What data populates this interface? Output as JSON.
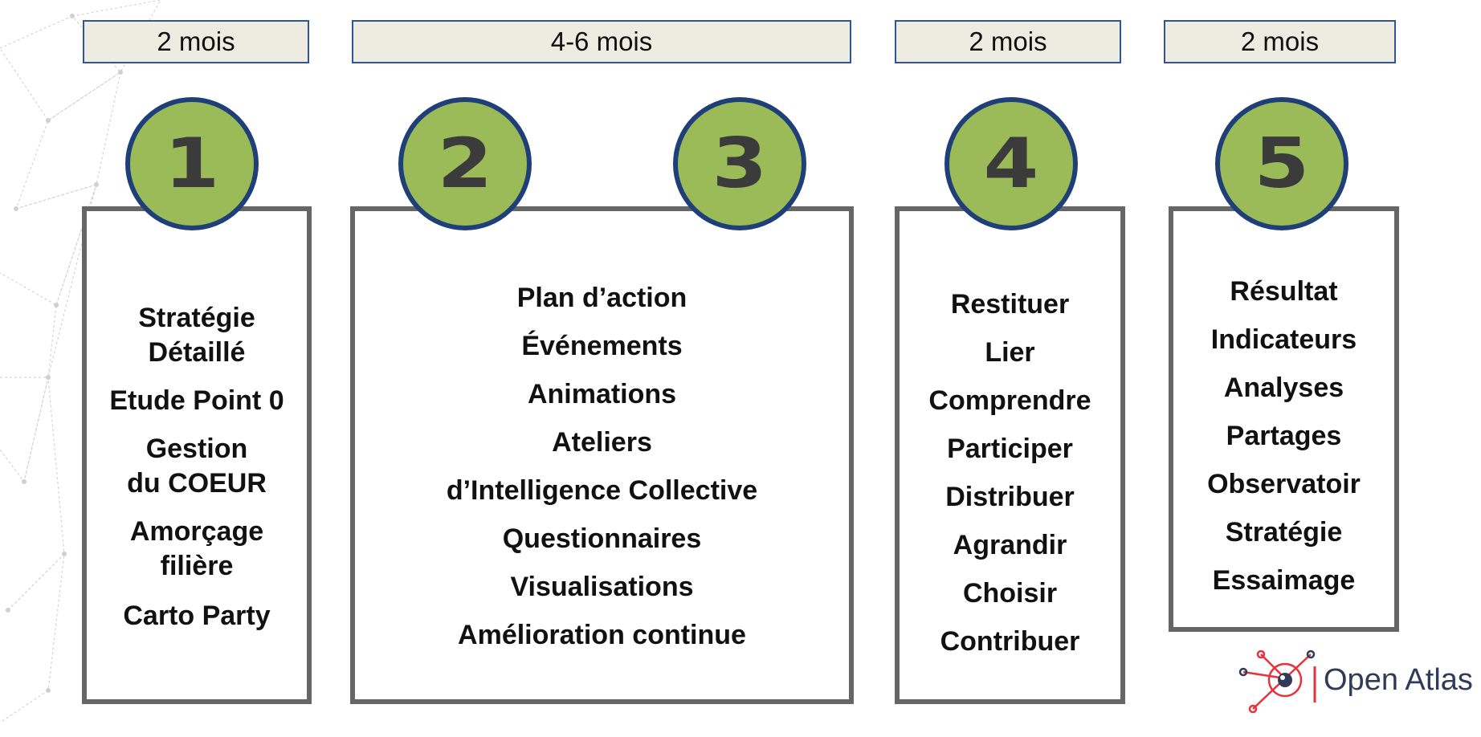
{
  "colors": {
    "circle_fill": "#9bbb59",
    "circle_border": "#1f3f78",
    "box_border": "#666666",
    "duration_fill": "#eeece1",
    "duration_border": "#2f5597",
    "logo_accent": "#e8313b"
  },
  "durations": [
    "2 mois",
    "4-6 mois",
    "2 mois",
    "2 mois"
  ],
  "steps": [
    "1",
    "2",
    "3",
    "4",
    "5"
  ],
  "box1": {
    "items": [
      "Stratégie Détaillé",
      "Etude Point 0",
      "Gestion du COEUR",
      "Amorçage filière",
      "Carto Party"
    ]
  },
  "box2": {
    "items": [
      "Plan d’action",
      "Événements",
      "Animations",
      "Ateliers",
      "d’Intelligence Collective",
      "Questionnaires",
      "Visualisations",
      "Amélioration continue"
    ]
  },
  "box3": {
    "items": [
      "Restituer",
      "Lier",
      "Comprendre",
      "Participer",
      "Distribuer",
      "Agrandir",
      "Choisir",
      "Contribuer"
    ]
  },
  "box4": {
    "items": [
      "Résultat",
      "Indicateurs",
      "Analyses",
      "Partages",
      "Observatoir",
      "Stratégie",
      "Essaimage"
    ]
  },
  "logo": {
    "text": "Open Atlas",
    "icon": "open-atlas-logo-icon"
  }
}
